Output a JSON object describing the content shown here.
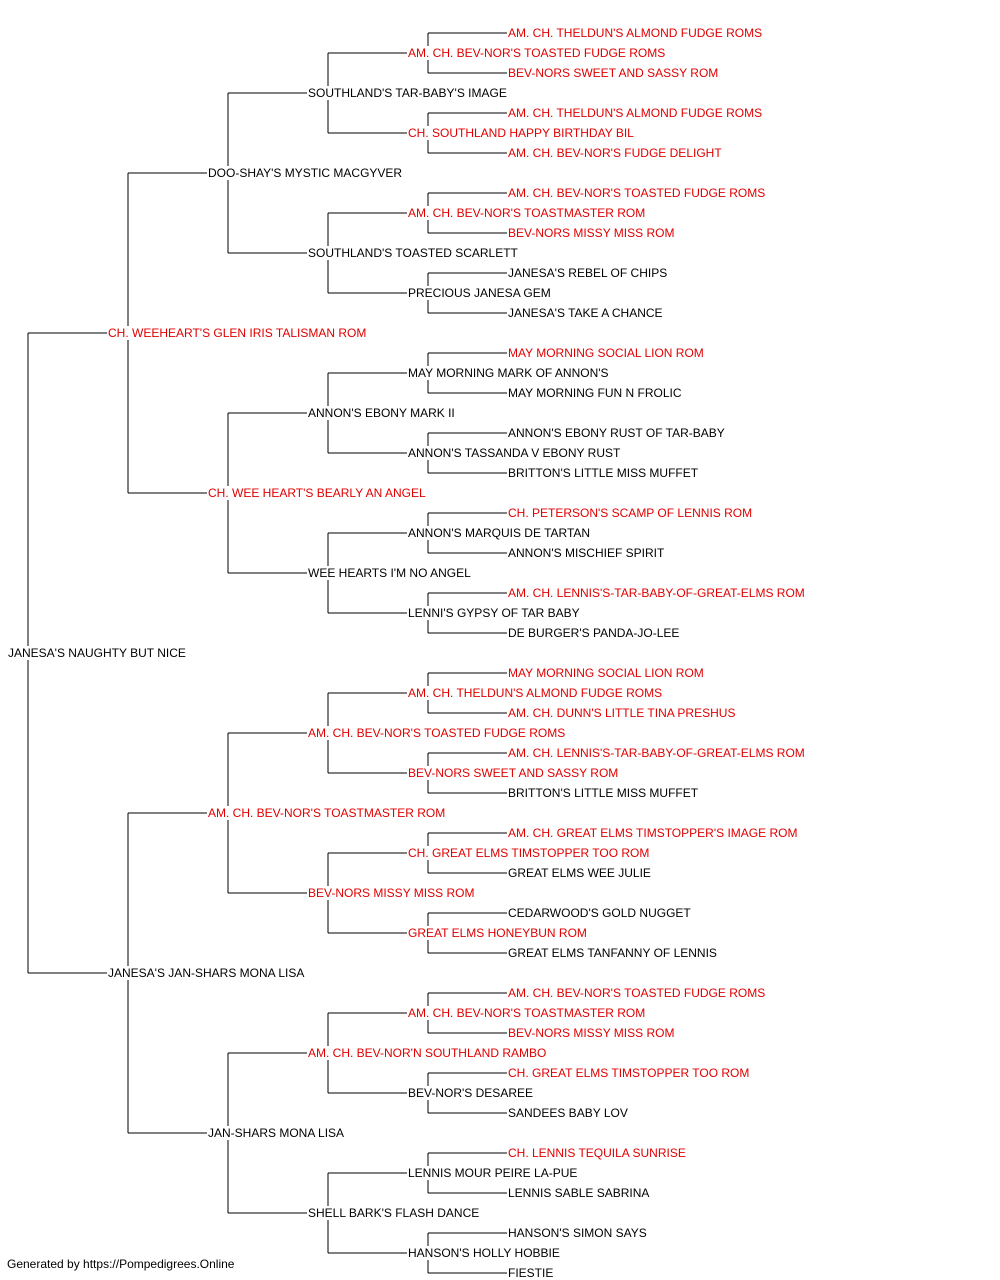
{
  "colors": {
    "titled": "#e00000",
    "plain": "#000000",
    "line": "#000000"
  },
  "footer": "Generated by https://Pompedigrees.Online",
  "pedigree": {
    "name": "JANESA'S NAUGHTY BUT NICE",
    "titled": false,
    "sire": {
      "name": "CH. WEEHEART'S GLEN IRIS TALISMAN ROM",
      "titled": true,
      "sire": {
        "name": "DOO-SHAY'S MYSTIC MACGYVER",
        "titled": false,
        "sire": {
          "name": "SOUTHLAND'S TAR-BABY'S IMAGE",
          "titled": false,
          "sire": {
            "name": "AM. CH. BEV-NOR'S TOASTED FUDGE ROMS",
            "titled": true,
            "sire": {
              "name": "AM. CH. THELDUN'S ALMOND FUDGE ROMS",
              "titled": true
            },
            "dam": {
              "name": "BEV-NORS SWEET AND SASSY ROM",
              "titled": true
            }
          },
          "dam": {
            "name": "CH. SOUTHLAND HAPPY BIRTHDAY BIL",
            "titled": true,
            "sire": {
              "name": "AM. CH. THELDUN'S ALMOND FUDGE ROMS",
              "titled": true
            },
            "dam": {
              "name": "AM. CH. BEV-NOR'S FUDGE DELIGHT",
              "titled": true
            }
          }
        },
        "dam": {
          "name": "SOUTHLAND'S TOASTED SCARLETT",
          "titled": false,
          "sire": {
            "name": "AM. CH. BEV-NOR'S TOASTMASTER ROM",
            "titled": true,
            "sire": {
              "name": "AM. CH. BEV-NOR'S TOASTED FUDGE ROMS",
              "titled": true
            },
            "dam": {
              "name": "BEV-NORS MISSY MISS ROM",
              "titled": true
            }
          },
          "dam": {
            "name": "PRECIOUS JANESA GEM",
            "titled": false,
            "sire": {
              "name": "JANESA'S REBEL OF CHIPS",
              "titled": false
            },
            "dam": {
              "name": "JANESA'S TAKE A CHANCE",
              "titled": false
            }
          }
        }
      },
      "dam": {
        "name": "CH. WEE HEART'S BEARLY AN ANGEL",
        "titled": true,
        "sire": {
          "name": "ANNON'S EBONY MARK II",
          "titled": false,
          "sire": {
            "name": "MAY MORNING MARK OF ANNON'S",
            "titled": false,
            "sire": {
              "name": "MAY MORNING SOCIAL LION ROM",
              "titled": true
            },
            "dam": {
              "name": "MAY MORNING FUN N FROLIC",
              "titled": false
            }
          },
          "dam": {
            "name": "ANNON'S TASSANDA V EBONY RUST",
            "titled": false,
            "sire": {
              "name": "ANNON'S EBONY RUST OF TAR-BABY",
              "titled": false
            },
            "dam": {
              "name": "BRITTON'S LITTLE MISS MUFFET",
              "titled": false
            }
          }
        },
        "dam": {
          "name": "WEE HEARTS I'M NO ANGEL",
          "titled": false,
          "sire": {
            "name": "ANNON'S MARQUIS DE TARTAN",
            "titled": false,
            "sire": {
              "name": "CH. PETERSON'S SCAMP OF LENNIS ROM",
              "titled": true
            },
            "dam": {
              "name": "ANNON'S MISCHIEF SPIRIT",
              "titled": false
            }
          },
          "dam": {
            "name": "LENNI'S GYPSY OF TAR BABY",
            "titled": false,
            "sire": {
              "name": "AM. CH. LENNIS'S-TAR-BABY-OF-GREAT-ELMS ROM",
              "titled": true
            },
            "dam": {
              "name": "DE BURGER'S PANDA-JO-LEE",
              "titled": false
            }
          }
        }
      }
    },
    "dam": {
      "name": "JANESA'S JAN-SHARS MONA LISA",
      "titled": false,
      "sire": {
        "name": "AM. CH. BEV-NOR'S TOASTMASTER ROM",
        "titled": true,
        "sire": {
          "name": "AM. CH. BEV-NOR'S TOASTED FUDGE ROMS",
          "titled": true,
          "sire": {
            "name": "AM. CH. THELDUN'S ALMOND FUDGE ROMS",
            "titled": true,
            "sire": {
              "name": "MAY MORNING SOCIAL LION ROM",
              "titled": true
            },
            "dam": {
              "name": "AM. CH. DUNN'S LITTLE TINA PRESHUS",
              "titled": true
            }
          },
          "dam": {
            "name": "BEV-NORS SWEET AND SASSY ROM",
            "titled": true,
            "sire": {
              "name": "AM. CH. LENNIS'S-TAR-BABY-OF-GREAT-ELMS ROM",
              "titled": true
            },
            "dam": {
              "name": "BRITTON'S LITTLE MISS MUFFET",
              "titled": false
            }
          }
        },
        "dam": {
          "name": "BEV-NORS MISSY MISS ROM",
          "titled": true,
          "sire": {
            "name": "CH. GREAT ELMS TIMSTOPPER TOO ROM",
            "titled": true,
            "sire": {
              "name": "AM. CH. GREAT ELMS TIMSTOPPER'S IMAGE ROM",
              "titled": true
            },
            "dam": {
              "name": "GREAT ELMS WEE JULIE",
              "titled": false
            }
          },
          "dam": {
            "name": "GREAT ELMS HONEYBUN ROM",
            "titled": true,
            "sire": {
              "name": "CEDARWOOD'S GOLD NUGGET",
              "titled": false
            },
            "dam": {
              "name": "GREAT ELMS TANFANNY OF LENNIS",
              "titled": false
            }
          }
        }
      },
      "dam": {
        "name": "JAN-SHARS MONA LISA",
        "titled": false,
        "sire": {
          "name": "AM. CH. BEV-NOR'N SOUTHLAND RAMBO",
          "titled": true,
          "sire": {
            "name": "AM. CH. BEV-NOR'S TOASTMASTER ROM",
            "titled": true,
            "sire": {
              "name": "AM. CH. BEV-NOR'S TOASTED FUDGE ROMS",
              "titled": true
            },
            "dam": {
              "name": "BEV-NORS MISSY MISS ROM",
              "titled": true
            }
          },
          "dam": {
            "name": "BEV-NOR'S DESAREE",
            "titled": false,
            "sire": {
              "name": "CH. GREAT ELMS TIMSTOPPER TOO ROM",
              "titled": true
            },
            "dam": {
              "name": "SANDEES BABY LOV",
              "titled": false
            }
          }
        },
        "dam": {
          "name": "SHELL BARK'S FLASH DANCE",
          "titled": false,
          "sire": {
            "name": "LENNIS MOUR PEIRE LA-PUE",
            "titled": false,
            "sire": {
              "name": "CH. LENNIS TEQUILA SUNRISE",
              "titled": true
            },
            "dam": {
              "name": "LENNIS SABLE SABRINA",
              "titled": false
            }
          },
          "dam": {
            "name": "HANSON'S HOLLY HOBBIE",
            "titled": false,
            "sire": {
              "name": "HANSON'S SIMON SAYS",
              "titled": false
            },
            "dam": {
              "name": "FIESTIE",
              "titled": false
            }
          }
        }
      }
    }
  }
}
